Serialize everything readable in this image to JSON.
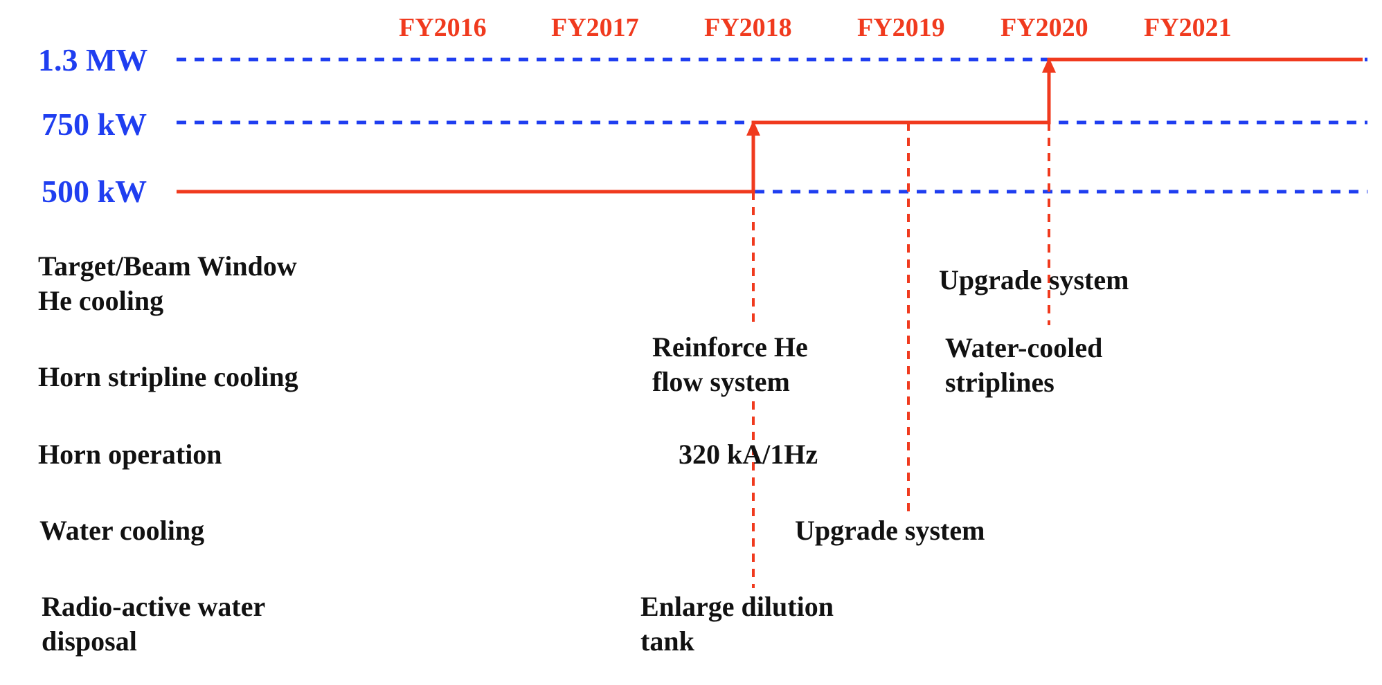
{
  "colors": {
    "red": "#f03a1e",
    "blue": "#1f3ef0",
    "text": "#111111",
    "background": "#ffffff"
  },
  "fiscal_years": [
    "FY2016",
    "FY2017",
    "FY2018",
    "FY2019",
    "FY2020",
    "FY2021"
  ],
  "power_levels": [
    "1.3 MW",
    "750 kW",
    "500 kW"
  ],
  "systems": [
    "Target/Beam Window\nHe cooling",
    "Horn stripline cooling",
    "Horn operation",
    "Water cooling",
    "Radio-active water\ndisposal"
  ],
  "upgrades": {
    "he_system": "Reinforce He\nflow system",
    "he_upgrade": "Upgrade system",
    "striplines": "Water-cooled\nstriplines",
    "horn_op": "320 kA/1Hz",
    "water_upgrade": "Upgrade system",
    "dilution": "Enlarge dilution\ntank"
  }
}
